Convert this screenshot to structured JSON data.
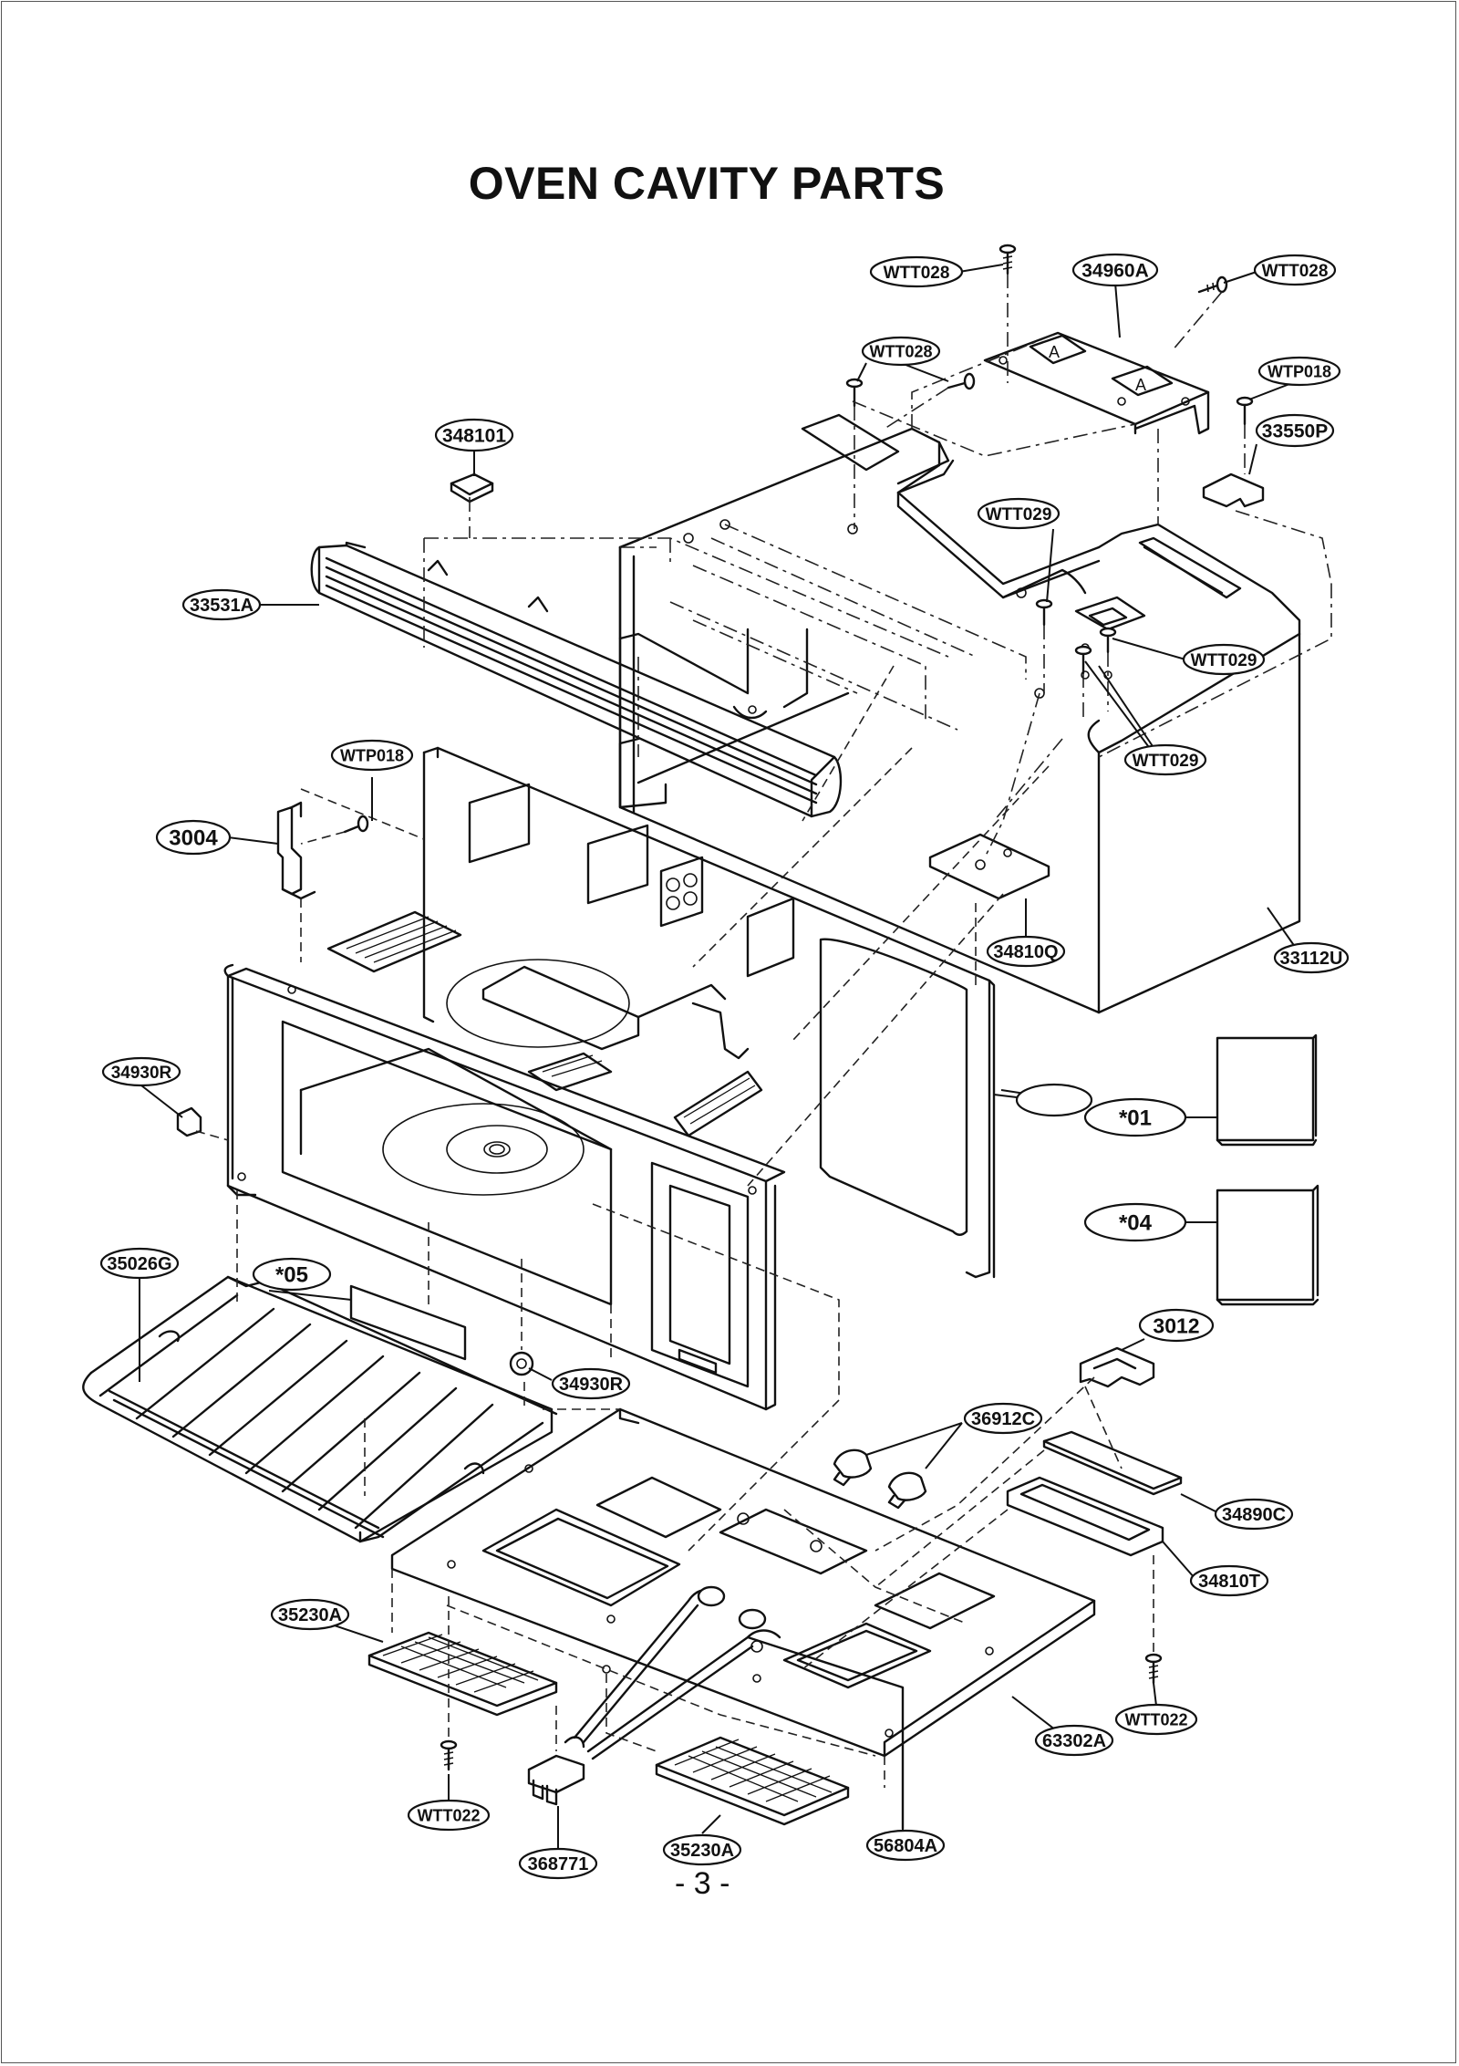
{
  "title": "OVEN CAVITY PARTS",
  "page_number": "- 3  -",
  "labels": [
    {
      "id": "lbl-wtt028-a",
      "text": "WTT028"
    },
    {
      "id": "lbl-34960a",
      "text": "34960A"
    },
    {
      "id": "lbl-wtt028-b",
      "text": "WTT028"
    },
    {
      "id": "lbl-wtt028-c",
      "text": "WTT028"
    },
    {
      "id": "lbl-wtp018-a",
      "text": "WTP018"
    },
    {
      "id": "lbl-33550p",
      "text": "33550P"
    },
    {
      "id": "lbl-348101",
      "text": "348101"
    },
    {
      "id": "lbl-wtt029-a",
      "text": "WTT029"
    },
    {
      "id": "lbl-33531a",
      "text": "33531A"
    },
    {
      "id": "lbl-wtt029-b",
      "text": "WTT029"
    },
    {
      "id": "lbl-wtt029-c",
      "text": "WTT029"
    },
    {
      "id": "lbl-wtp018-b",
      "text": "WTP018"
    },
    {
      "id": "lbl-3004",
      "text": "3004"
    },
    {
      "id": "lbl-34810q",
      "text": "34810Q"
    },
    {
      "id": "lbl-33112u",
      "text": "33112U"
    },
    {
      "id": "lbl-34930r-a",
      "text": "34930R"
    },
    {
      "id": "lbl-blank",
      "text": ""
    },
    {
      "id": "lbl-01",
      "text": "*01"
    },
    {
      "id": "lbl-04",
      "text": "*04"
    },
    {
      "id": "lbl-35026g",
      "text": "35026G"
    },
    {
      "id": "lbl-05",
      "text": "*05"
    },
    {
      "id": "lbl-3012",
      "text": "3012"
    },
    {
      "id": "lbl-34930r-b",
      "text": "34930R"
    },
    {
      "id": "lbl-36912c",
      "text": "36912C"
    },
    {
      "id": "lbl-34890c",
      "text": "34890C"
    },
    {
      "id": "lbl-34810t",
      "text": "34810T"
    },
    {
      "id": "lbl-35230a-a",
      "text": "35230A"
    },
    {
      "id": "lbl-wtt022-a",
      "text": "WTT022"
    },
    {
      "id": "lbl-63302a",
      "text": "63302A"
    },
    {
      "id": "lbl-wtt022-b",
      "text": "WTT022"
    },
    {
      "id": "lbl-368771",
      "text": "368771"
    },
    {
      "id": "lbl-35230a-b",
      "text": "35230A"
    },
    {
      "id": "lbl-56804a",
      "text": "56804A"
    }
  ]
}
